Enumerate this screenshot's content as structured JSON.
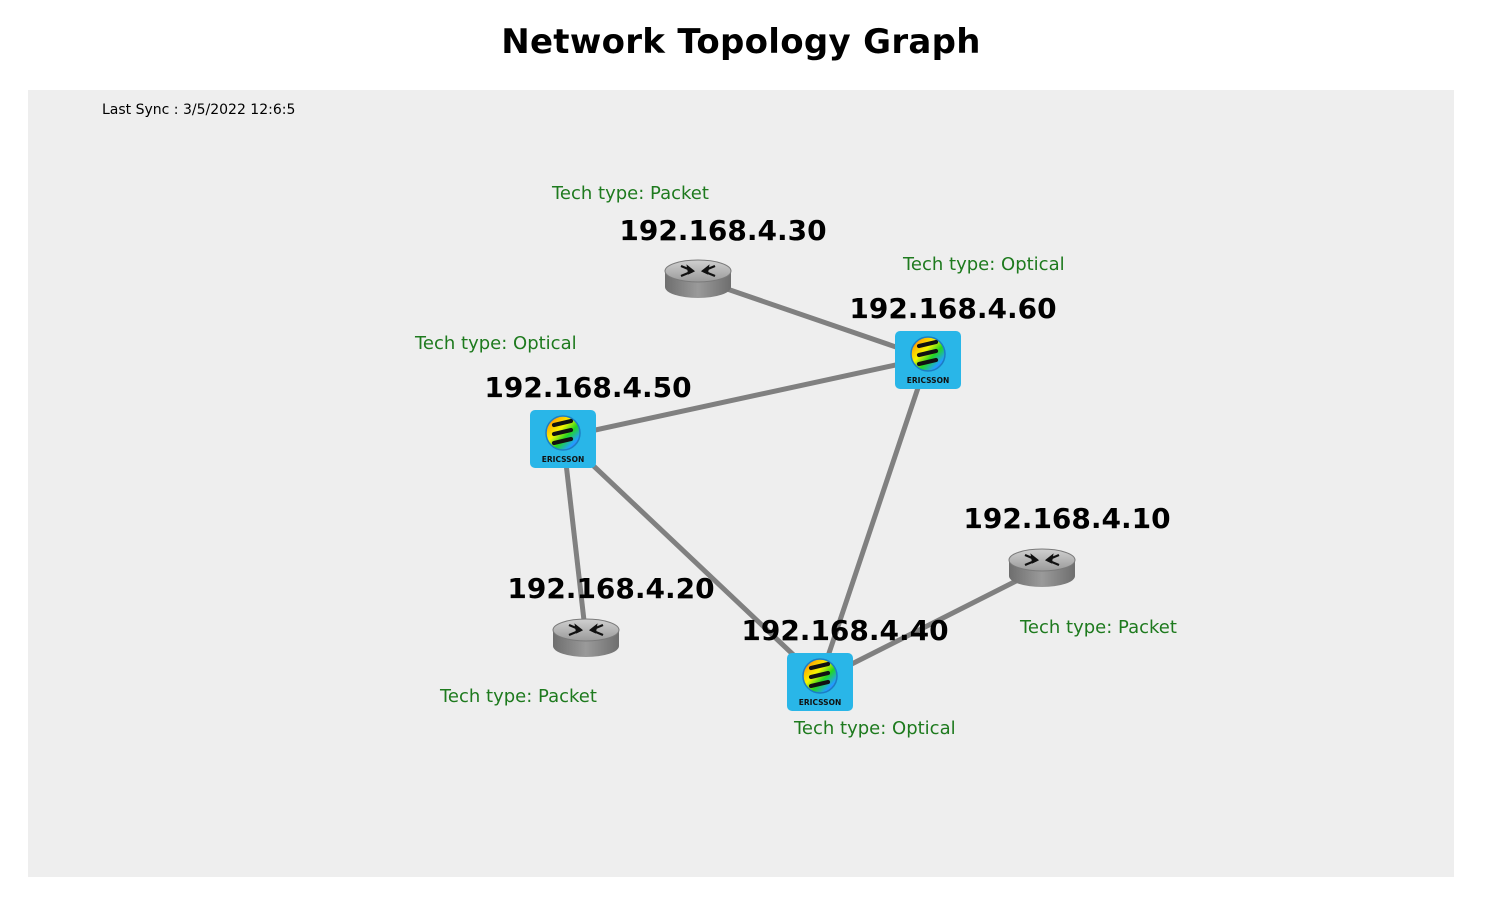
{
  "page": {
    "title": "Network Topology Graph",
    "last_sync_label": "Last Sync :",
    "last_sync_value": "3/5/2022 12:6:5"
  },
  "colors": {
    "background": "#eeeeee",
    "edge": "#808080",
    "tech_label": "#1e7a1e",
    "ericsson_tile": "#29b6e8",
    "router_body": "#8a8a8a"
  },
  "nodes": [
    {
      "id": "n30",
      "ip": "192.168.4.30",
      "tech": "Tech type: Packet",
      "icon": "router-icon"
    },
    {
      "id": "n60",
      "ip": "192.168.4.60",
      "tech": "Tech type: Optical",
      "icon": "ericsson-icon",
      "brand": "ERICSSON"
    },
    {
      "id": "n50",
      "ip": "192.168.4.50",
      "tech": "Tech type: Optical",
      "icon": "ericsson-icon",
      "brand": "ERICSSON"
    },
    {
      "id": "n10",
      "ip": "192.168.4.10",
      "tech": "Tech type: Packet",
      "icon": "router-icon"
    },
    {
      "id": "n20",
      "ip": "192.168.4.20",
      "tech": "Tech type: Packet",
      "icon": "router-icon"
    },
    {
      "id": "n40",
      "ip": "192.168.4.40",
      "tech": "Tech type: Optical",
      "icon": "ericsson-icon",
      "brand": "ERICSSON"
    }
  ],
  "edges": [
    [
      "n30",
      "n60"
    ],
    [
      "n50",
      "n60"
    ],
    [
      "n60",
      "n40"
    ],
    [
      "n50",
      "n20"
    ],
    [
      "n50",
      "n40"
    ],
    [
      "n40",
      "n10"
    ]
  ]
}
